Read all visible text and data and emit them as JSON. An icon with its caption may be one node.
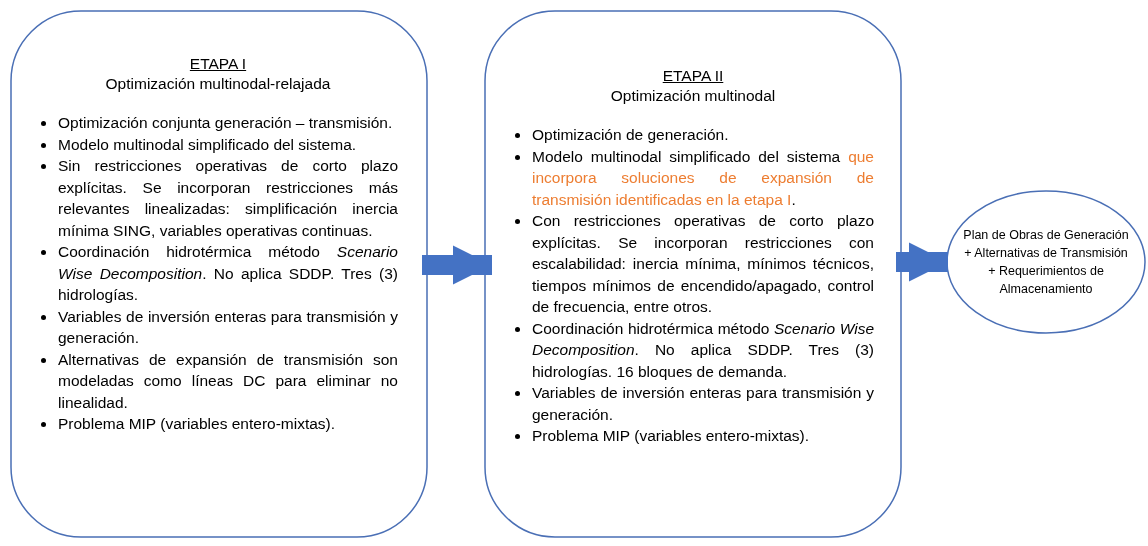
{
  "diagram": {
    "nodes": [
      {
        "text": [
          "ETAPA I",
          "Optimización multinodal-relajada",
          "Optimización conjunta generación – transmisión.",
          "Modelo multinodal simplificado del sistema.",
          "Sin restricciones operativas de corto plazo explícitas. Se incorporan restricciones más relevantes linealizadas: simplificación inercia mínima SING, variables operativas continuas.",
          "Coordinación hidrotérmica método *Scenario Wise Decomposition*. No aplica SDDP. Tres (3) hidrologías.",
          "Variables de inversión enteras para transmisión y generación.",
          "Alternativas de expansión de transmisión son modeladas como líneas DC para eliminar no linealidad.",
          "Problema MIP (variables entero-mixtas)."
        ]
      },
      {
        "text": [
          "ETAPA II",
          "Optimización multinodal",
          "Optimización de generación.",
          "Modelo multinodal simplificado del sistema que incorpora soluciones de expansión de transmisión identificadas en la etapa I.",
          "Con restricciones operativas de corto plazo explícitas. Se incorporan restricciones con escalabilidad: inercia mínima, mínimos técnicos, tiempos mínimos de encendido/apagado, control de frecuencia, entre otros.",
          "Coordinación hidrotérmica método *Scenario Wise Decomposition*. No aplica SDDP. Tres (3) hidrologías. 16 bloques de demanda.",
          "Variables de inversión enteras para transmisión y generación.",
          "Problema MIP (variables entero-mixtas)."
        ]
      },
      {
        "text": [
          "Plan de Obras de Generación + Alternativas de Transmisión + Requerimientos de Almacenamiento"
        ]
      }
    ],
    "edges": [
      {
        "from": 0,
        "to": 1,
        "arrow": "to"
      },
      {
        "from": 1,
        "to": 2,
        "arrow": "to"
      }
    ]
  }
}
